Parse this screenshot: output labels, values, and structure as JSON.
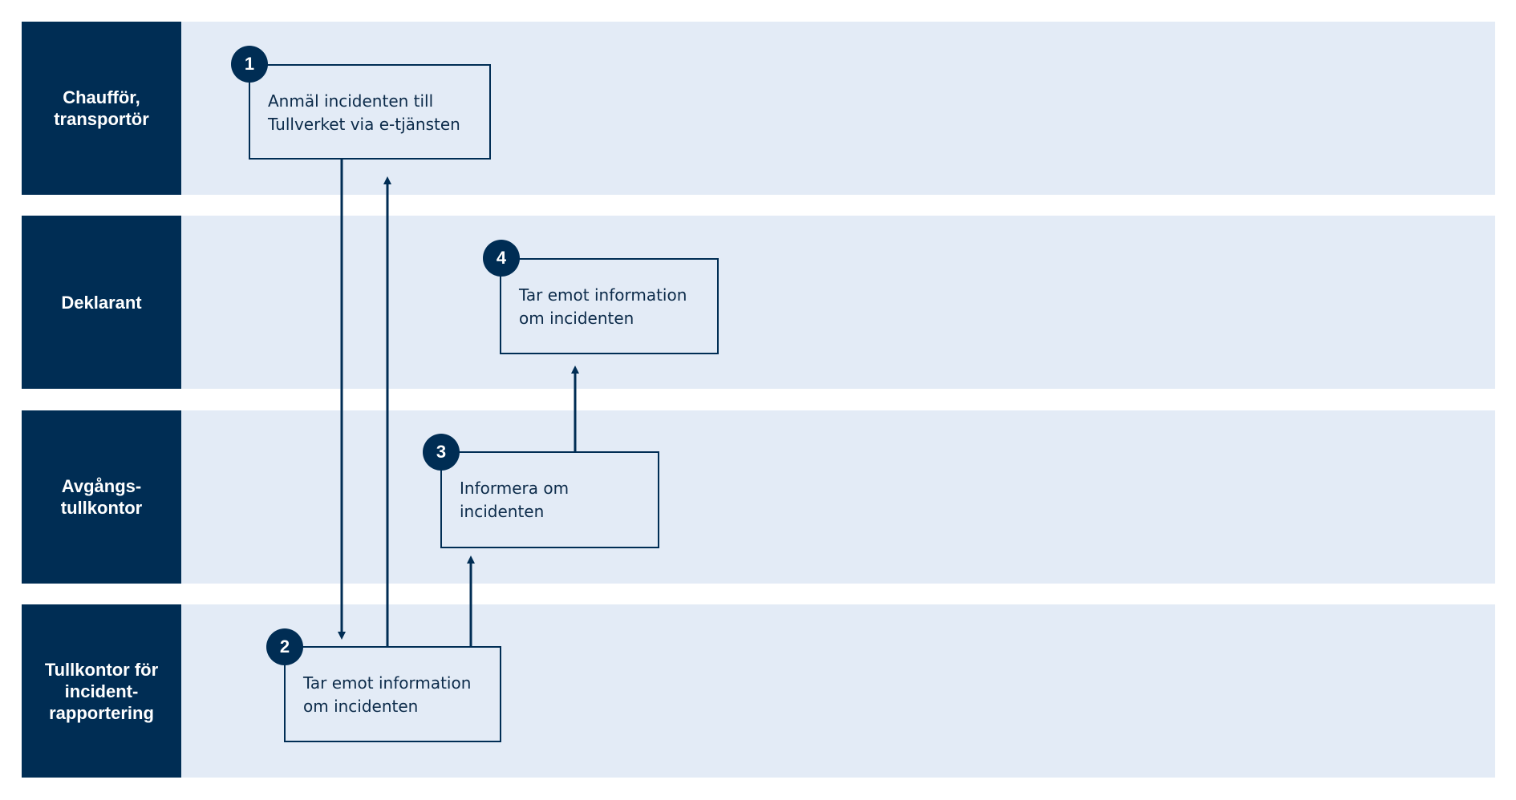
{
  "theme": {
    "label_bg": "#002d54",
    "lane_bg": "#e3ebf6",
    "box_border": "#002d54",
    "arrow_color": "#002d54"
  },
  "lanes": [
    {
      "label": "Chaufför,\ntransportör"
    },
    {
      "label": "Deklarant"
    },
    {
      "label": "Avgångs-\ntullkontor"
    },
    {
      "label": "Tullkontor  för\nincident-\nrapportering"
    }
  ],
  "steps": [
    {
      "number": "1",
      "text": "Anmäl incidenten till\nTullverket via e-tjänsten"
    },
    {
      "number": "2",
      "text": "Tar emot information\nom incidenten"
    },
    {
      "number": "3",
      "text": "Informera om\nincidenten"
    },
    {
      "number": "4",
      "text": "Tar emot information\nom incidenten"
    }
  ]
}
